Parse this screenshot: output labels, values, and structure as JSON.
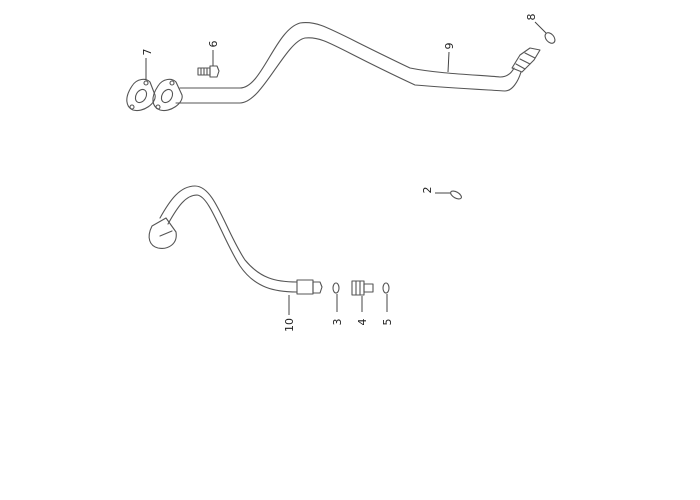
{
  "diagram": {
    "callouts": [
      {
        "id": "callout-2",
        "number": "2"
      },
      {
        "id": "callout-3",
        "number": "3"
      },
      {
        "id": "callout-4",
        "number": "4"
      },
      {
        "id": "callout-5",
        "number": "5"
      },
      {
        "id": "callout-6",
        "number": "6"
      },
      {
        "id": "callout-7",
        "number": "7"
      },
      {
        "id": "callout-8",
        "number": "8"
      },
      {
        "id": "callout-9",
        "number": "9"
      },
      {
        "id": "callout-10",
        "number": "10"
      }
    ]
  }
}
